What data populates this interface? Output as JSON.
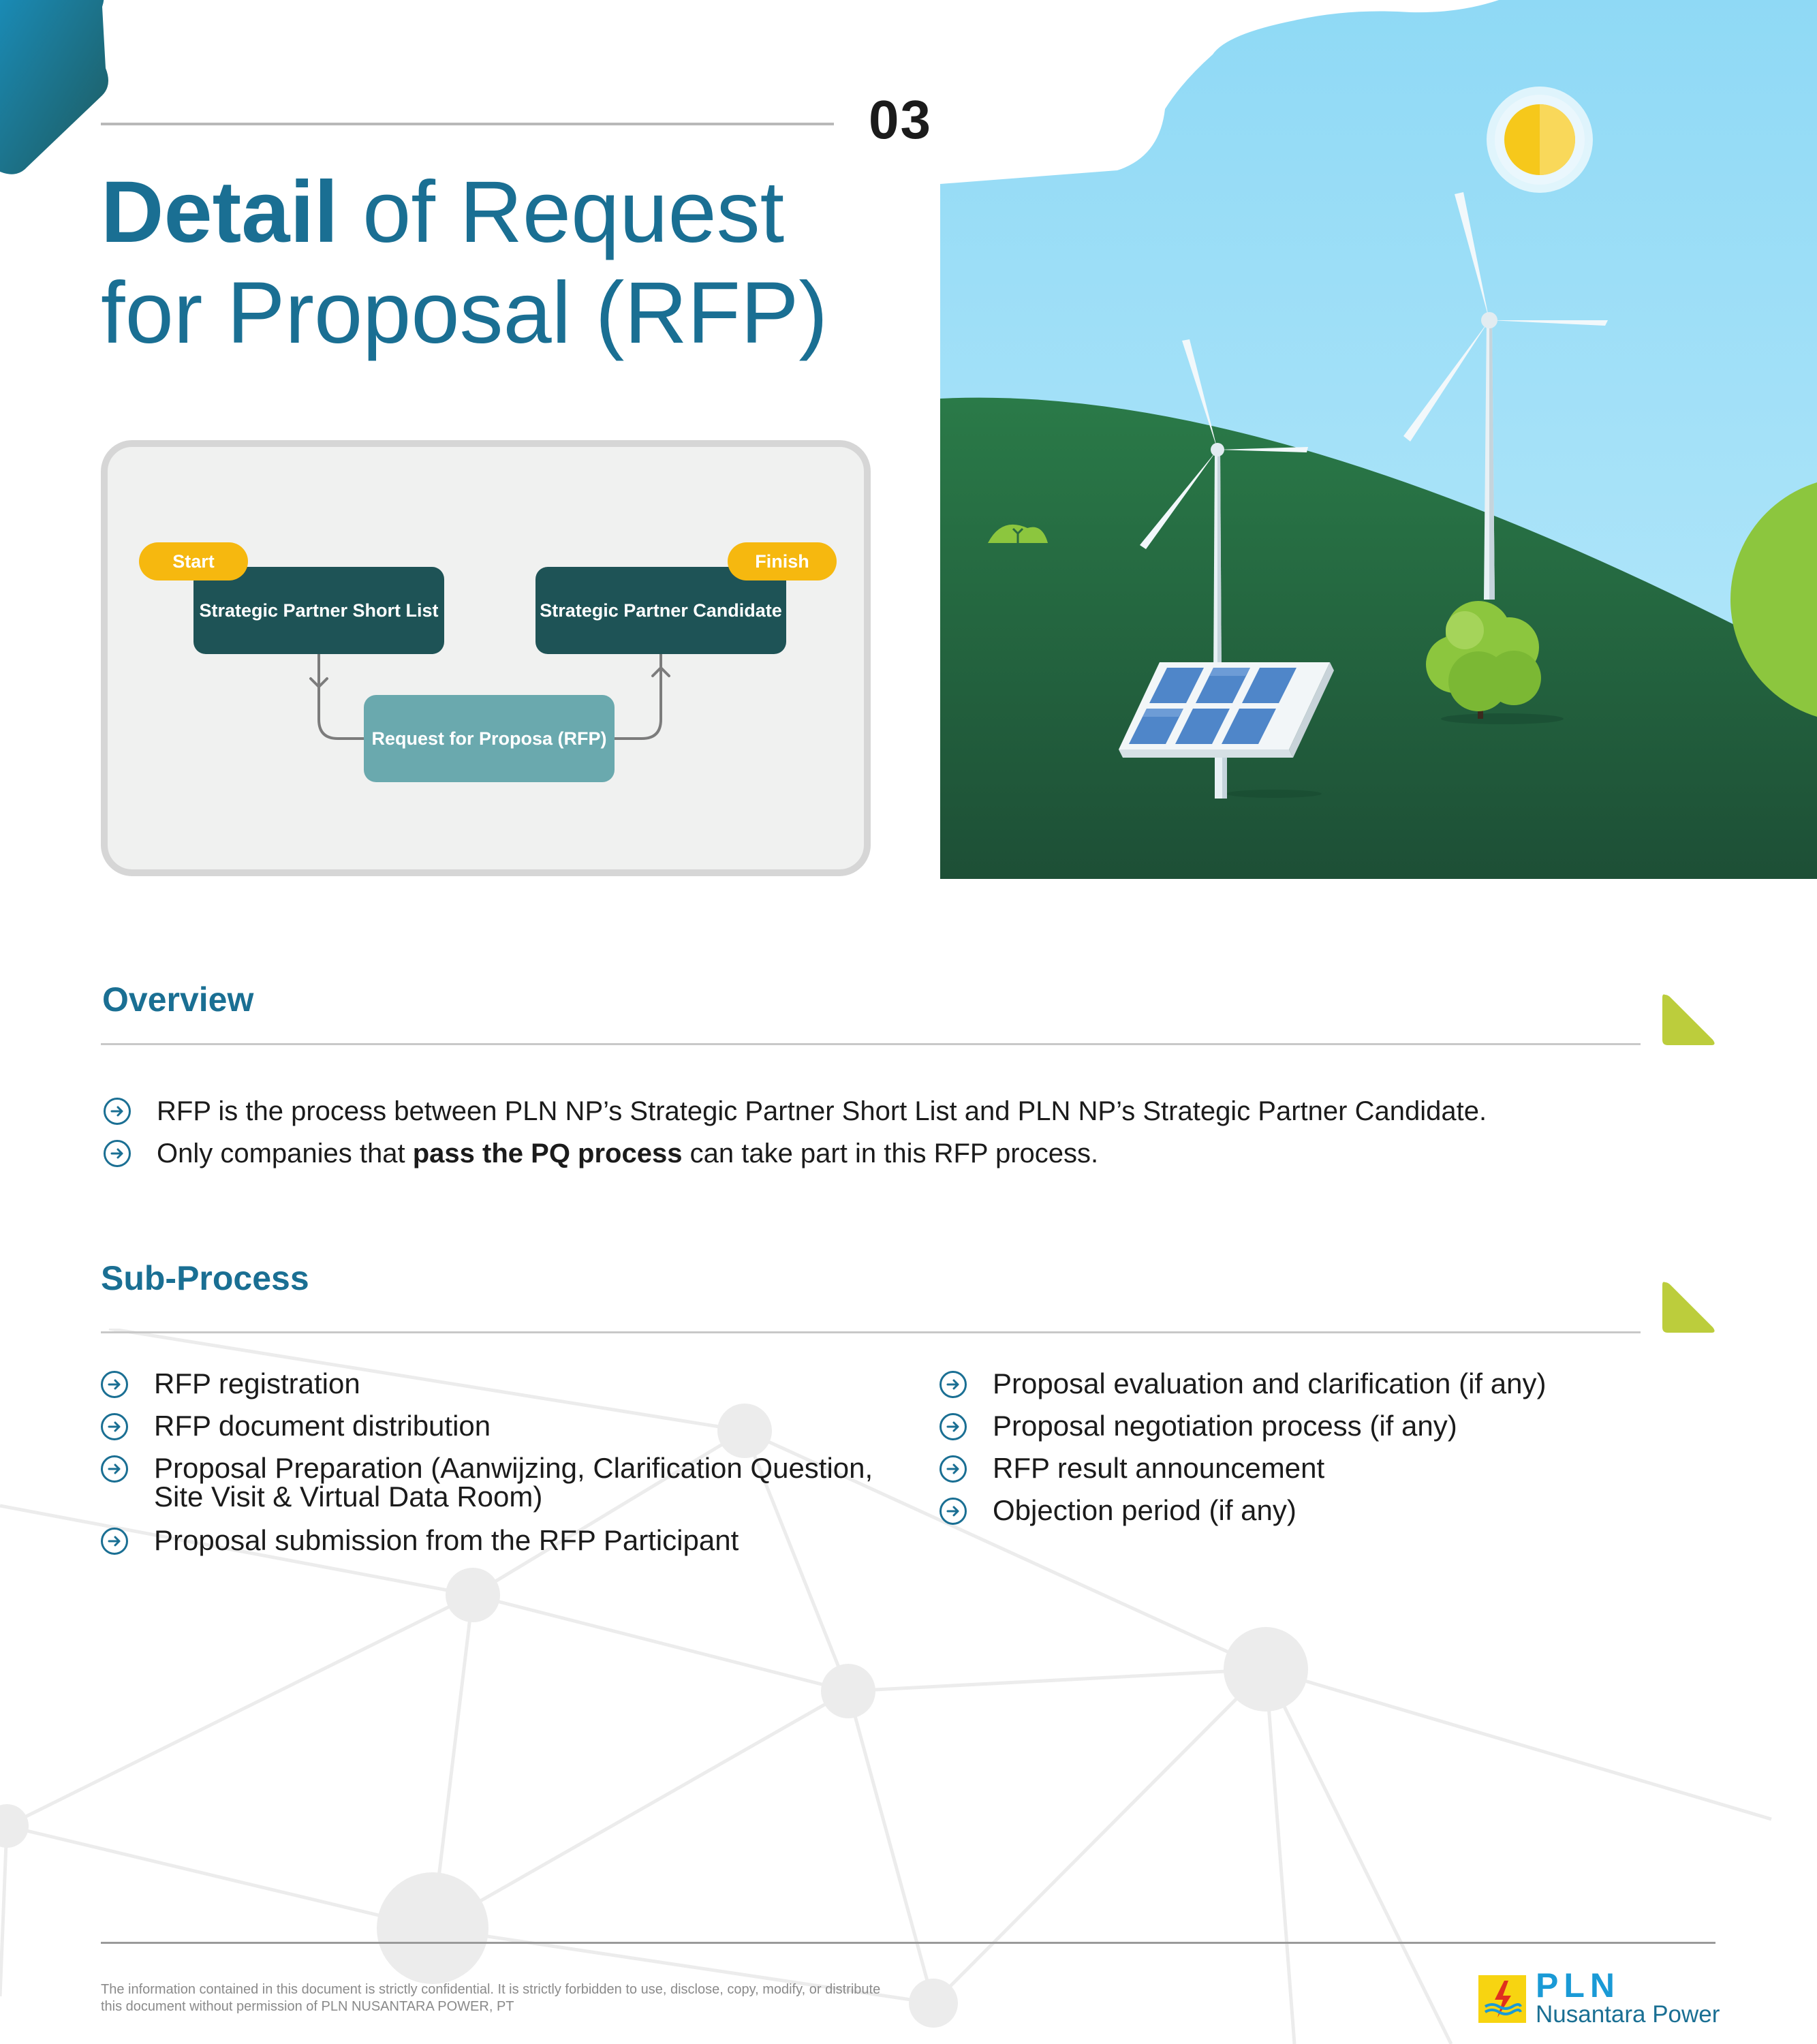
{
  "page_number": "03",
  "title": {
    "bold": "Detail",
    "line1_rest": " of Request",
    "line2": "for Proposal (RFP)"
  },
  "flow": {
    "start_label": "Start",
    "finish_label": "Finish",
    "shortlist_label": "Strategic Partner Short List",
    "candidate_label": "Strategic Partner Candidate",
    "rfp_label": "Request for Proposa (RFP)"
  },
  "overview": {
    "heading": "Overview",
    "item1": "RFP is the process between PLN NP’s Strategic Partner Short List and PLN NP’s Strategic Partner Candidate.",
    "item2_pre": "Only companies that ",
    "item2_bold": "pass the PQ process",
    "item2_post": " can take part in this RFP process."
  },
  "subprocess": {
    "heading": "Sub-Process",
    "left": [
      "RFP registration",
      "RFP document distribution",
      "Proposal Preparation (Aanwijzing, Clarification Question, Site Visit & Virtual Data Room)",
      "Proposal submission from the RFP Participant"
    ],
    "right": [
      "Proposal evaluation and clarification (if any)",
      "Proposal negotiation process (if any)",
      "RFP result announcement",
      "Objection period (if any)"
    ]
  },
  "footer": {
    "note_line1": "The information contained in this document is strictly confidential. It is strictly forbidden to use, disclose, copy, modify, or distribute",
    "note_line2": "this document without permission of PLN NUSANTARA POWER, PT",
    "logo_name": "PLN",
    "logo_sub": "Nusantara Power"
  },
  "colors": {
    "primary": "#1a6f93",
    "dark_teal": "#1e5356",
    "light_teal": "#6aa9ae",
    "accent_yellow": "#f6b80f",
    "accent_green": "#bccd3c"
  },
  "icons": [
    "arrow-circle-icon",
    "corner-arrow-icon",
    "section-triangle-icon",
    "pln-logo-icon"
  ]
}
